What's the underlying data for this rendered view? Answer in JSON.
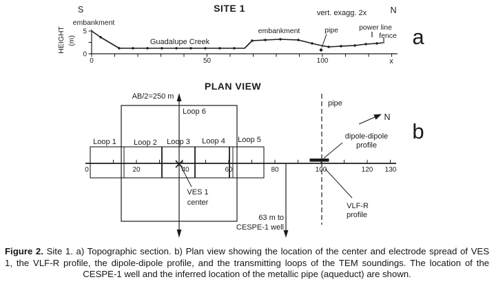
{
  "figure": {
    "panel_a": {
      "panel_label": "a",
      "title": "SITE 1",
      "south_label": "S",
      "north_label": "N",
      "vert_exagg": "vert. exagg. 2x",
      "embankment_left": "embankment",
      "embankment_right": "embankment",
      "creek_label": "Guadalupe Creek",
      "pipe_label": "pipe",
      "power_line_label": "power line",
      "fence_label": "fence",
      "y_axis_label": "HEIGHT",
      "y_axis_units": "(m)",
      "y_ticks": [
        "5",
        "0"
      ],
      "x_ticks": [
        "0",
        "50",
        "100"
      ],
      "x_axis_end_label": "x"
    },
    "panel_b": {
      "panel_label": "b",
      "title": "PLAN VIEW",
      "ab2_label": "AB/2=250 m",
      "loop_labels": [
        "Loop 1",
        "Loop 2",
        "Loop 3",
        "Loop 4",
        "Loop 5",
        "Loop 6"
      ],
      "ves_label_line1": "VES 1",
      "ves_label_line2": "center",
      "pipe_label": "pipe",
      "north_label": "N",
      "dipole_label_line1": "dipole-dipole",
      "dipole_label_line2": "profile",
      "vlf_label_line1": "VLF-R",
      "vlf_label_line2": "profile",
      "cespe_label_line1": "63 m to",
      "cespe_label_line2": "CESPE-1 well",
      "x_ticks": [
        "0",
        "20",
        "40",
        "60",
        "80",
        "100",
        "120",
        "130"
      ]
    }
  },
  "caption": {
    "figure_label": "Figure 2.",
    "line1_rest": " Site 1. a) Topographic section. b) Plan view showing the location of the center and electrode spread of VES",
    "line2": "1, the VLF-R profile, the dipole-dipole profile, and the transmitting loops of the TEM soundings. The location of the",
    "line3": "CESPE-1 well and the inferred location of the metallic pipe (aqueduct) are shown."
  },
  "colors": {
    "ink": "#1b1b1b",
    "background": "#ffffff"
  }
}
